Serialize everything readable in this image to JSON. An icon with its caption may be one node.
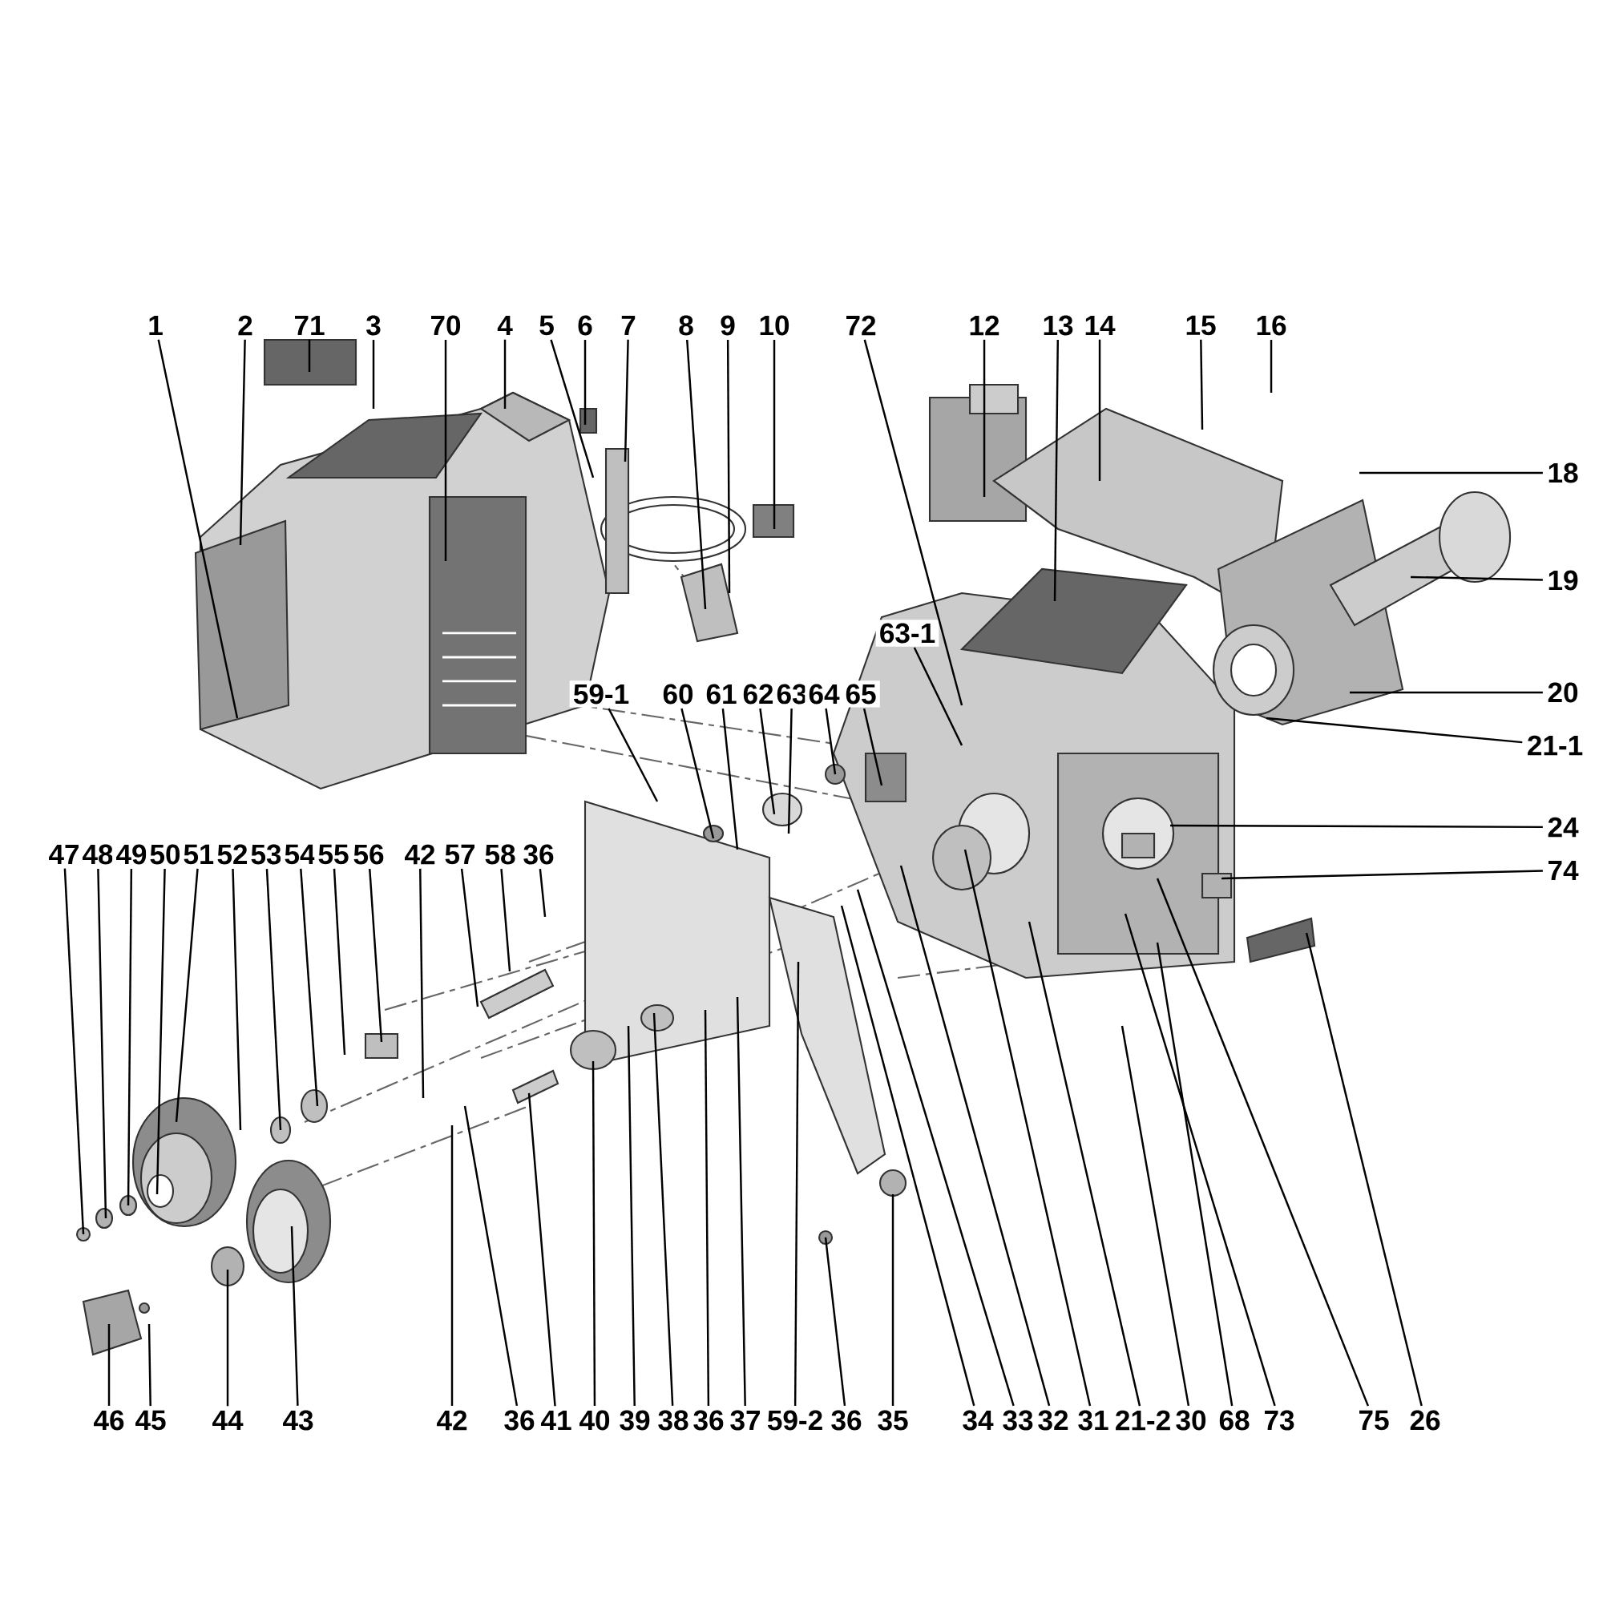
{
  "diagram": {
    "nodes": [
      {
        "text": [
          "1"
        ]
      },
      {
        "text": [
          "2"
        ]
      },
      {
        "text": [
          "71"
        ]
      },
      {
        "text": [
          "3"
        ]
      },
      {
        "text": [
          "70"
        ]
      },
      {
        "text": [
          "4"
        ]
      },
      {
        "text": [
          "5"
        ]
      },
      {
        "text": [
          "6"
        ]
      },
      {
        "text": [
          "7"
        ]
      },
      {
        "text": [
          "8"
        ]
      },
      {
        "text": [
          "9"
        ]
      },
      {
        "text": [
          "10"
        ]
      },
      {
        "text": [
          "72"
        ]
      },
      {
        "text": [
          "12"
        ]
      },
      {
        "text": [
          "13"
        ]
      },
      {
        "text": [
          "14"
        ]
      },
      {
        "text": [
          "15"
        ]
      },
      {
        "text": [
          "16"
        ]
      },
      {
        "text": [
          "18"
        ]
      },
      {
        "text": [
          "19"
        ]
      },
      {
        "text": [
          "20"
        ]
      },
      {
        "text": [
          "21-1"
        ]
      },
      {
        "text": [
          "24"
        ]
      },
      {
        "text": [
          "74"
        ]
      },
      {
        "text": [
          "63-1"
        ]
      },
      {
        "text": [
          "59-1"
        ]
      },
      {
        "text": [
          "60"
        ]
      },
      {
        "text": [
          "61"
        ]
      },
      {
        "text": [
          "62"
        ]
      },
      {
        "text": [
          "63"
        ]
      },
      {
        "text": [
          "64"
        ]
      },
      {
        "text": [
          "65"
        ]
      },
      {
        "text": [
          "47"
        ]
      },
      {
        "text": [
          "48"
        ]
      },
      {
        "text": [
          "49"
        ]
      },
      {
        "text": [
          "50"
        ]
      },
      {
        "text": [
          "51"
        ]
      },
      {
        "text": [
          "52"
        ]
      },
      {
        "text": [
          "53"
        ]
      },
      {
        "text": [
          "54"
        ]
      },
      {
        "text": [
          "55"
        ]
      },
      {
        "text": [
          "56"
        ]
      },
      {
        "text": [
          "42"
        ]
      },
      {
        "text": [
          "57"
        ]
      },
      {
        "text": [
          "58"
        ]
      },
      {
        "text": [
          "36"
        ]
      },
      {
        "text": [
          "46"
        ]
      },
      {
        "text": [
          "45"
        ]
      },
      {
        "text": [
          "44"
        ]
      },
      {
        "text": [
          "43"
        ]
      },
      {
        "text": [
          "42"
        ]
      },
      {
        "text": [
          "36"
        ]
      },
      {
        "text": [
          "41"
        ]
      },
      {
        "text": [
          "40"
        ]
      },
      {
        "text": [
          "39"
        ]
      },
      {
        "text": [
          "38"
        ]
      },
      {
        "text": [
          "36"
        ]
      },
      {
        "text": [
          "37"
        ]
      },
      {
        "text": [
          "59-2"
        ]
      },
      {
        "text": [
          "36"
        ]
      },
      {
        "text": [
          "35"
        ]
      },
      {
        "text": [
          "34"
        ]
      },
      {
        "text": [
          "33"
        ]
      },
      {
        "text": [
          "32"
        ]
      },
      {
        "text": [
          "31"
        ]
      },
      {
        "text": [
          "21-2"
        ]
      },
      {
        "text": [
          "30"
        ]
      },
      {
        "text": [
          "68"
        ]
      },
      {
        "text": [
          "73"
        ]
      },
      {
        "text": [
          "75"
        ]
      },
      {
        "text": [
          "26"
        ]
      }
    ],
    "edges": [
      {
        "from": 0,
        "to": null,
        "arrow": "none"
      },
      {
        "from": 1,
        "to": null,
        "arrow": "none"
      },
      {
        "from": 2,
        "to": null,
        "arrow": "none"
      },
      {
        "from": 3,
        "to": null,
        "arrow": "none"
      },
      {
        "from": 4,
        "to": null,
        "arrow": "none"
      },
      {
        "from": 5,
        "to": null,
        "arrow": "none"
      },
      {
        "from": 6,
        "to": null,
        "arrow": "none"
      },
      {
        "from": 7,
        "to": null,
        "arrow": "none"
      },
      {
        "from": 8,
        "to": null,
        "arrow": "none"
      },
      {
        "from": 9,
        "to": null,
        "arrow": "none"
      },
      {
        "from": 10,
        "to": null,
        "arrow": "none"
      },
      {
        "from": 11,
        "to": null,
        "arrow": "none"
      },
      {
        "from": 12,
        "to": null,
        "arrow": "none"
      },
      {
        "from": 13,
        "to": null,
        "arrow": "none"
      },
      {
        "from": 14,
        "to": null,
        "arrow": "none"
      },
      {
        "from": 15,
        "to": null,
        "arrow": "none"
      },
      {
        "from": 16,
        "to": null,
        "arrow": "none"
      },
      {
        "from": 17,
        "to": null,
        "arrow": "none"
      },
      {
        "from": 18,
        "to": null,
        "arrow": "none"
      },
      {
        "from": 19,
        "to": null,
        "arrow": "none"
      },
      {
        "from": 20,
        "to": null,
        "arrow": "none"
      },
      {
        "from": 21,
        "to": null,
        "arrow": "none"
      },
      {
        "from": 22,
        "to": null,
        "arrow": "none"
      },
      {
        "from": 23,
        "to": null,
        "arrow": "none"
      },
      {
        "from": 24,
        "to": null,
        "arrow": "none"
      },
      {
        "from": 25,
        "to": null,
        "arrow": "none"
      },
      {
        "from": 26,
        "to": null,
        "arrow": "none"
      },
      {
        "from": 27,
        "to": null,
        "arrow": "none"
      },
      {
        "from": 28,
        "to": null,
        "arrow": "none"
      },
      {
        "from": 29,
        "to": null,
        "arrow": "none"
      },
      {
        "from": 30,
        "to": null,
        "arrow": "none"
      },
      {
        "from": 31,
        "to": null,
        "arrow": "none"
      },
      {
        "from": 32,
        "to": null,
        "arrow": "none"
      },
      {
        "from": 33,
        "to": null,
        "arrow": "none"
      },
      {
        "from": 34,
        "to": null,
        "arrow": "none"
      },
      {
        "from": 35,
        "to": null,
        "arrow": "none"
      },
      {
        "from": 36,
        "to": null,
        "arrow": "none"
      },
      {
        "from": 37,
        "to": null,
        "arrow": "none"
      },
      {
        "from": 38,
        "to": null,
        "arrow": "none"
      },
      {
        "from": 39,
        "to": null,
        "arrow": "none"
      },
      {
        "from": 40,
        "to": null,
        "arrow": "none"
      },
      {
        "from": 41,
        "to": null,
        "arrow": "none"
      },
      {
        "from": 42,
        "to": null,
        "arrow": "none"
      },
      {
        "from": 43,
        "to": null,
        "arrow": "none"
      },
      {
        "from": 44,
        "to": null,
        "arrow": "none"
      },
      {
        "from": 45,
        "to": null,
        "arrow": "none"
      },
      {
        "from": 46,
        "to": null,
        "arrow": "none"
      },
      {
        "from": 47,
        "to": null,
        "arrow": "none"
      },
      {
        "from": 48,
        "to": null,
        "arrow": "none"
      },
      {
        "from": 49,
        "to": null,
        "arrow": "none"
      },
      {
        "from": 50,
        "to": null,
        "arrow": "none"
      },
      {
        "from": 51,
        "to": null,
        "arrow": "none"
      },
      {
        "from": 52,
        "to": null,
        "arrow": "none"
      },
      {
        "from": 53,
        "to": null,
        "arrow": "none"
      },
      {
        "from": 54,
        "to": null,
        "arrow": "none"
      },
      {
        "from": 55,
        "to": null,
        "arrow": "none"
      },
      {
        "from": 56,
        "to": null,
        "arrow": "none"
      },
      {
        "from": 57,
        "to": null,
        "arrow": "none"
      },
      {
        "from": 58,
        "to": null,
        "arrow": "none"
      },
      {
        "from": 59,
        "to": null,
        "arrow": "none"
      },
      {
        "from": 60,
        "to": null,
        "arrow": "none"
      },
      {
        "from": 61,
        "to": null,
        "arrow": "none"
      },
      {
        "from": 62,
        "to": null,
        "arrow": "none"
      },
      {
        "from": 63,
        "to": null,
        "arrow": "none"
      },
      {
        "from": 64,
        "to": null,
        "arrow": "none"
      },
      {
        "from": 65,
        "to": null,
        "arrow": "none"
      },
      {
        "from": 66,
        "to": null,
        "arrow": "none"
      },
      {
        "from": 67,
        "to": null,
        "arrow": "none"
      },
      {
        "from": 68,
        "to": null,
        "arrow": "none"
      },
      {
        "from": 69,
        "to": null,
        "arrow": "none"
      },
      {
        "from": 70,
        "to": null,
        "arrow": "none"
      }
    ]
  }
}
